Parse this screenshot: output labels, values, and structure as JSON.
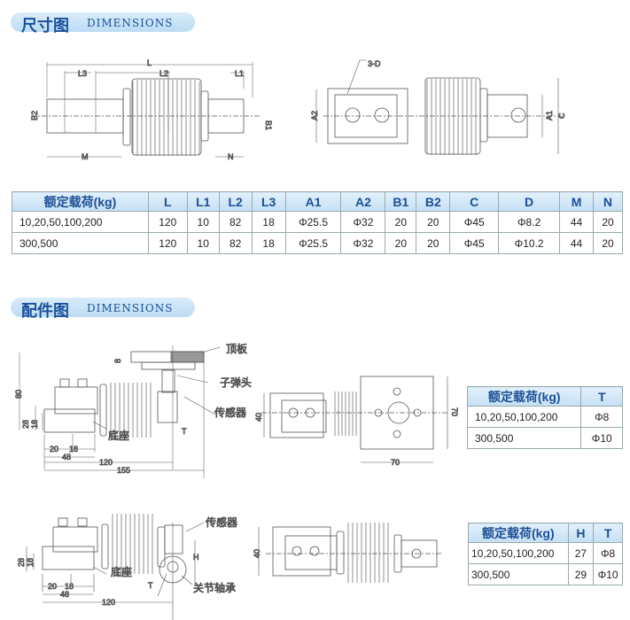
{
  "section1": {
    "title_cn": "尺寸图",
    "title_en": "DIMENSIONS"
  },
  "section2": {
    "title_cn": "配件图",
    "title_en": "DIMENSIONS"
  },
  "drawing1": {
    "L": "L",
    "L1": "L1",
    "L2": "L2",
    "L3": "L3",
    "B1": "B1",
    "B2": "B2",
    "M": "M",
    "N": "N"
  },
  "drawing2": {
    "D": "3-D",
    "A1": "A1",
    "A2": "A2",
    "C": "C"
  },
  "table1": {
    "headers": [
      "额定载荷(kg)",
      "L",
      "L1",
      "L2",
      "L3",
      "A1",
      "A2",
      "B1",
      "B2",
      "C",
      "D",
      "M",
      "N"
    ],
    "rows": [
      [
        "10,20,50,100,200",
        "120",
        "10",
        "82",
        "18",
        "Φ25.5",
        "Φ32",
        "20",
        "20",
        "Φ45",
        "Φ8.2",
        "44",
        "20"
      ],
      [
        "300,500",
        "120",
        "10",
        "82",
        "18",
        "Φ25.5",
        "Φ32",
        "20",
        "20",
        "Φ45",
        "Φ10.2",
        "44",
        "20"
      ]
    ]
  },
  "acc1": {
    "top_plate": "顶板",
    "bullet": "子弹头",
    "sensor": "传感器",
    "base": "底座",
    "T": "T",
    "d80": "80",
    "d8": "8",
    "d28": "28",
    "d18": "18",
    "d20": "20",
    "d18b": "18",
    "d48": "48",
    "d120": "120",
    "d155": "155",
    "d40": "40",
    "d70": "70",
    "d70b": "70"
  },
  "acc2": {
    "sensor": "传感器",
    "base": "底座",
    "bearing": "关节轴承",
    "H": "H",
    "T": "T",
    "d28": "28",
    "d18": "18",
    "d20": "20",
    "d18b": "18",
    "d48": "48",
    "d120": "120",
    "d40": "40"
  },
  "table2": {
    "headers": [
      "额定载荷(kg)",
      "T"
    ],
    "rows": [
      [
        "10,20,50,100,200",
        "Φ8"
      ],
      [
        "300,500",
        "Φ10"
      ]
    ]
  },
  "table3": {
    "headers": [
      "额定载荷(kg)",
      "H",
      "T"
    ],
    "rows": [
      [
        "10,20,50,100,200",
        "27",
        "Φ8"
      ],
      [
        "300,500",
        "29",
        "Φ10"
      ]
    ]
  }
}
